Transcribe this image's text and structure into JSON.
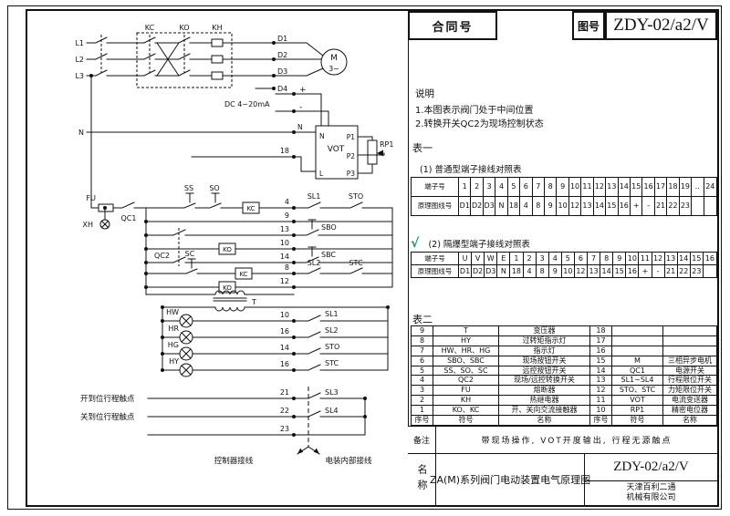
{
  "header": {
    "contract_label": "合同号",
    "drawing_label": "图号",
    "drawing_number": "ZDY-02/a2/V"
  },
  "notes": {
    "title": "说明",
    "line1": "1.本图表示阀门处于中间位置",
    "line2": "2.转换开关QC2为现场控制状态"
  },
  "table1": {
    "label": "表一",
    "normal": {
      "title": "(1) 普通型端子接线对照表",
      "row1_label": "端子号",
      "row2_label": "原理图线号",
      "terminals": [
        "1",
        "2",
        "3",
        "4",
        "5",
        "6",
        "7",
        "8",
        "9",
        "10",
        "11",
        "12",
        "13",
        "14",
        "15",
        "16",
        "17",
        "18",
        "19",
        "..",
        "24"
      ],
      "lines": [
        "D1",
        "D2",
        "D3",
        "N",
        "18",
        "4",
        "8",
        "9",
        "10",
        "12",
        "13",
        "14",
        "15",
        "16",
        "+",
        "-",
        "21",
        "22",
        "23",
        "",
        ""
      ]
    },
    "explosion": {
      "check": "√",
      "title": "(2) 隔爆型端子接线对照表",
      "row1_label": "端子号",
      "row2_label": "原理图线号",
      "terminals": [
        "U",
        "V",
        "W",
        "E",
        "1",
        "2",
        "3",
        "4",
        "5",
        "6",
        "7",
        "8",
        "9",
        "10",
        "11",
        "12",
        "13",
        "14",
        "15",
        "16"
      ],
      "lines": [
        "D1",
        "D2",
        "D3",
        "N",
        "18",
        "4",
        "8",
        "9",
        "10",
        "12",
        "13",
        "14",
        "15",
        "16",
        "+",
        "-",
        "21",
        "22",
        "23",
        ""
      ]
    }
  },
  "table2": {
    "label": "表二",
    "rows": [
      [
        "9",
        "T",
        "变压器",
        "18",
        "",
        ""
      ],
      [
        "8",
        "HY",
        "过转矩指示灯",
        "17",
        "",
        ""
      ],
      [
        "7",
        "HW、HR、HG",
        "指示灯",
        "16",
        "",
        ""
      ],
      [
        "6",
        "SBO、SBC",
        "现场按钮开关",
        "15",
        "M",
        "三相异步电机"
      ],
      [
        "5",
        "SS、SO、SC",
        "远控按钮开关",
        "14",
        "QC1",
        "电源开关"
      ],
      [
        "4",
        "QC2",
        "现场/远控转换开关",
        "13",
        "SL1~SL4",
        "行程限位开关"
      ],
      [
        "3",
        "FU",
        "熔断器",
        "12",
        "STO、STC",
        "力矩限位开关"
      ],
      [
        "2",
        "KH",
        "热继电器",
        "11",
        "VOT",
        "电流变送器"
      ],
      [
        "1",
        "KO、KC",
        "开、关向交流接触器",
        "10",
        "RP1",
        "精密电位器"
      ]
    ],
    "footer": [
      "序号",
      "符号",
      "名称",
      "序号",
      "符号",
      "名称"
    ]
  },
  "remarks": {
    "label": "备注",
    "text": "带现场操作, VOT开度输出, 行程无源触点"
  },
  "titleblock": {
    "name_label": "名称",
    "title": "ZA(M)系列阀门电动装置电气原理图",
    "drawing_number": "ZDY-02/a2/V",
    "company_line1": "天津百利二通",
    "company_line2": "机械有限公司"
  },
  "sch": {
    "l1": "L1",
    "l2": "L2",
    "l3": "L3",
    "n_rail": "N",
    "kc": "KC",
    "ko": "KO",
    "kh": "KH",
    "d1": "D1",
    "d2": "D2",
    "d3": "D3",
    "d4": "D4",
    "motor": "M",
    "phase": "3~",
    "dc": "DC 4~20mA",
    "plus": "+",
    "minus": "-",
    "n_term": "N",
    "line18": "18",
    "vot": "VOT",
    "vot_n": "N",
    "vot_l": "L",
    "p1": "P1",
    "p2": "P2",
    "p3": "P3",
    "rp1": "RP1",
    "fu": "FU",
    "qc1": "QC1",
    "xh": "XH",
    "ss": "SS",
    "so": "SO",
    "sc": "SC",
    "qc2": "QC2",
    "kc_box1": "KC",
    "ko_box1": "KO",
    "kc_box2": "KC",
    "ko_box2": "KO",
    "n4": "4",
    "n9": "9",
    "n13": "13",
    "n10": "10",
    "n14": "14",
    "n8": "8",
    "n12": "12",
    "sbo": "SBO",
    "sbc": "SBC",
    "sl1a": "SL1",
    "sto_a": "STO",
    "sl2a": "SL2",
    "stc_a": "STC",
    "t": "T",
    "hw": "HW",
    "hr": "HR",
    "hg": "HG",
    "hy": "HY",
    "ln1": "10",
    "ln2": "16",
    "ln3": "14",
    "ln4": "16",
    "sl1b": "SL1",
    "sl2b": "SL2",
    "sto_b": "STO",
    "stc_b": "STC",
    "open_note": "开到位行程触点",
    "close_note": "关到位行程触点",
    "n21": "21",
    "n22": "22",
    "n23": "23",
    "sl3": "SL3",
    "sl4": "SL4",
    "ctrl_wiring": "控制器接线",
    "internal_wiring": "电装内部接线"
  }
}
